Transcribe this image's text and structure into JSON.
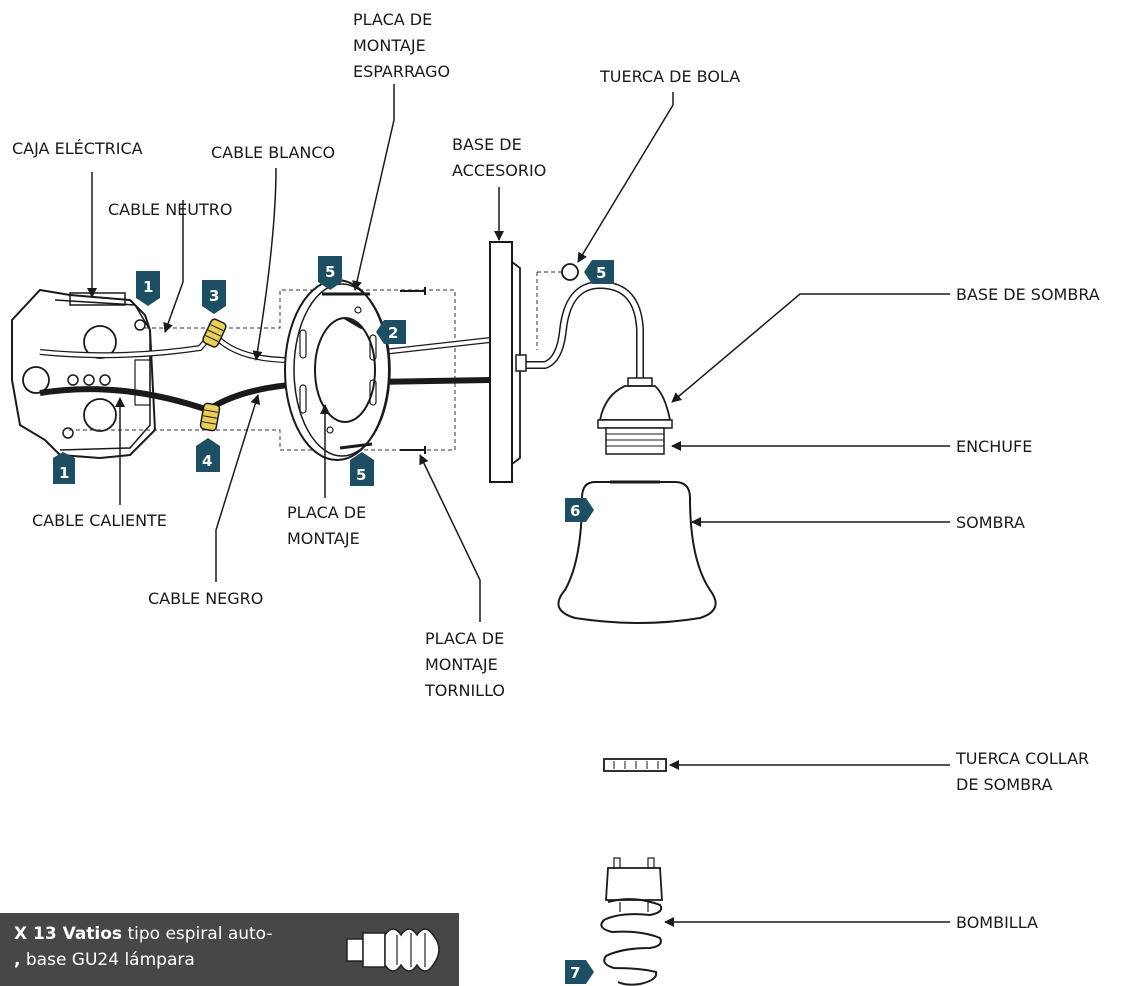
{
  "labels": {
    "caja_electrica": "CAJA ELÉCTRICA",
    "cable_blanco": "CABLE BLANCO",
    "cable_neutro": "CABLE NEUTRO",
    "placa_esparrago": [
      "PLACA DE",
      "MONTAJE",
      "ESPARRAGO"
    ],
    "tuerca_bola": "TUERCA DE BOLA",
    "base_accesorio": [
      "BASE DE",
      "ACCESORIO"
    ],
    "base_sombra": "BASE DE SOMBRA",
    "enchufe": "ENCHUFE",
    "sombra": "SOMBRA",
    "cable_caliente": "CABLE CALIENTE",
    "placa_montaje": [
      "PLACA DE",
      "MONTAJE"
    ],
    "cable_negro": "CABLE NEGRO",
    "placa_tornillo": [
      "PLACA DE",
      "MONTAJE",
      "TORNILLO"
    ],
    "tuerca_collar": [
      "TUERCA COLLAR",
      "DE SOMBRA"
    ],
    "bombilla": "BOMBILLA"
  },
  "steps": [
    "1",
    "1",
    "2",
    "3",
    "4",
    "5",
    "5",
    "5",
    "6",
    "7"
  ],
  "note": {
    "bold": "X 13 Vatios",
    "line1_rest": " tipo espiral auto-",
    "line2_bold": ",",
    "line2_rest": " base GU24 lámpara"
  },
  "colors": {
    "badge": "#1d4e63",
    "note_bg": "#474747",
    "wire_nut": "#e8cf5a"
  }
}
